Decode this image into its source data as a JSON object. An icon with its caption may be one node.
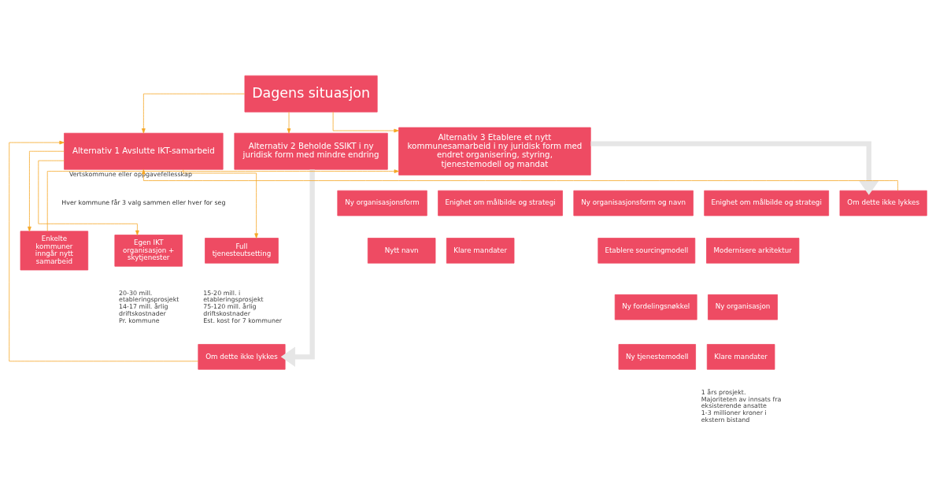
{
  "diagram": {
    "nodes": [
      {
        "text": [
          "Dagens situasjon"
        ]
      },
      {
        "text": [
          "Alternativ 1 Avslutte IKT-samarbeid"
        ]
      },
      {
        "text": [
          "Alternativ 2 Beholde SSIKT i ny juridisk form med mindre endring"
        ]
      },
      {
        "text": [
          "Alternativ 3 Etablere et nytt kommunesamarbeid i ny juridisk form med endret organisering, styring, tjenestemodell og mandat"
        ],
        "beside": [
          "1 års prosjekt.",
          "Majoriteten av innsats fra eksisterende ansatte",
          "1-3 millioner kroner i ekstern bistand"
        ]
      },
      {
        "text": [
          "Ny organisasjonsform"
        ]
      },
      {
        "text": [
          "Enighet om målbilde og strategi"
        ]
      },
      {
        "text": [
          "Nytt navn"
        ]
      },
      {
        "text": [
          "Klare mandater"
        ]
      },
      {
        "text": [
          "Ny organisasjonsform og navn"
        ]
      },
      {
        "text": [
          "Enighet om målbilde og strategi"
        ]
      },
      {
        "text": [
          "Etablere sourcingmodell"
        ]
      },
      {
        "text": [
          "Modernisere arkitektur"
        ]
      },
      {
        "text": [
          "Ny fordelingsnøkkel"
        ]
      },
      {
        "text": [
          "Ny organisasjon"
        ]
      },
      {
        "text": [
          "Ny tjenestemodell"
        ]
      },
      {
        "text": [
          "Klare mandater"
        ]
      },
      {
        "text": [
          "Full tjenesteutsetting"
        ],
        "beside": [
          "15-20 mill. i etableringsprosjekt",
          "75-120 mill. årlig driftskostnader",
          "Est. kost for 7 kommuner"
        ]
      },
      {
        "text": [
          "Egen IKT organisasjon + skytjenester"
        ],
        "beside": [
          "20-30 mill. etableringsprosjekt",
          "14-17 mill. årlig driftskostnader",
          "Pr. kommune"
        ]
      },
      {
        "text": [
          "Enkelte kommuner inngår nytt samarbeid"
        ]
      },
      {
        "text": [
          "Om dette ikke lykkes"
        ]
      },
      {
        "text": [
          "Om dette ikke lykkes"
        ]
      }
    ],
    "edges": [
      {
        "from": 0,
        "to": 1,
        "arrow": "to"
      },
      {
        "from": 0,
        "to": 2,
        "arrow": "to"
      },
      {
        "from": 0,
        "to": 3,
        "arrow": "to"
      },
      {
        "from": 1,
        "to": 16,
        "arrow": "to"
      },
      {
        "from": 1,
        "to": 17,
        "arrow": "to"
      },
      {
        "from": 1,
        "to": 18,
        "arrow": "to"
      },
      {
        "from": 2,
        "to": 19,
        "arrow": "to",
        "style": "thick",
        "color": "#e6e6e6"
      },
      {
        "from": 3,
        "to": 20,
        "arrow": "to",
        "style": "thick",
        "color": "#e6e6e6"
      },
      {
        "from": 18,
        "to": 3,
        "arrow": "to",
        "label": "Vertskommune eller oppgavefellesskap"
      },
      {
        "from": 19,
        "to": 1,
        "arrow": "to"
      },
      {
        "from": 20,
        "to": 1,
        "arrow": "to"
      }
    ],
    "labels": [
      "Hver kommune får 3 valg sammen eller hver for seg"
    ]
  }
}
